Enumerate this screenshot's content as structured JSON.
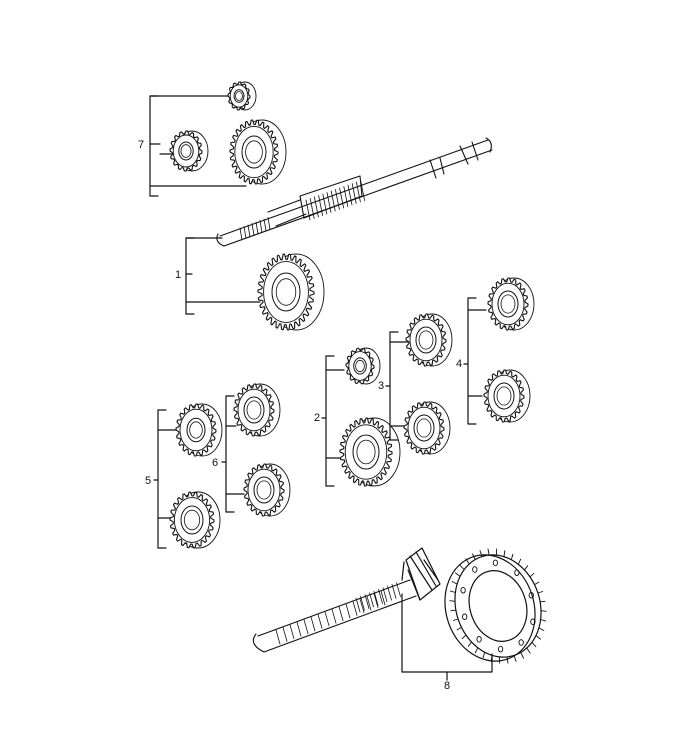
{
  "diagram": {
    "callouts": [
      {
        "id": "c1",
        "label": "1"
      },
      {
        "id": "c2",
        "label": "2"
      },
      {
        "id": "c3",
        "label": "3"
      },
      {
        "id": "c4",
        "label": "4"
      },
      {
        "id": "c5",
        "label": "5"
      },
      {
        "id": "c6",
        "label": "6"
      },
      {
        "id": "c7",
        "label": "7"
      },
      {
        "id": "c8",
        "label": "8"
      }
    ],
    "colors": {
      "ink": "#111111",
      "paper": "#ffffff"
    }
  }
}
